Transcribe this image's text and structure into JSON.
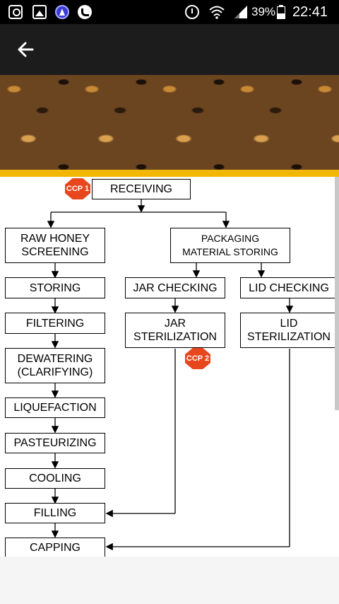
{
  "status_bar": {
    "battery": "39%",
    "time": "22:41"
  },
  "flow": {
    "receiving": "RECEIVING",
    "ccp1": "CCP 1",
    "raw_honey": "RAW HONEY\nSCREENING",
    "packaging": "PACKAGING\nMATERIAL STORING",
    "storing": "STORING",
    "jar_checking": "JAR CHECKING",
    "lid_checking": "LID CHECKING",
    "filtering": "FILTERING",
    "jar_sterilization": "JAR\nSTERILIZATION",
    "lid_sterilization": "LID\nSTERILIZATION",
    "ccp2": "CCP 2",
    "dewatering": "DEWATERING\n(CLARIFYING)",
    "liquefaction": "LIQUEFACTION",
    "pasteurizing": "PASTEURIZING",
    "cooling": "COOLING",
    "filling": "FILLING",
    "capping": "CAPPING"
  }
}
